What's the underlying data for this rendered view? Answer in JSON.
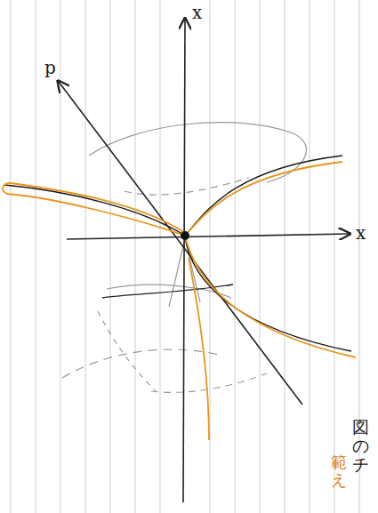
{
  "diagram": {
    "labels": [
      "x",
      "x",
      "p",
      "図のチ",
      "範え"
    ]
  }
}
